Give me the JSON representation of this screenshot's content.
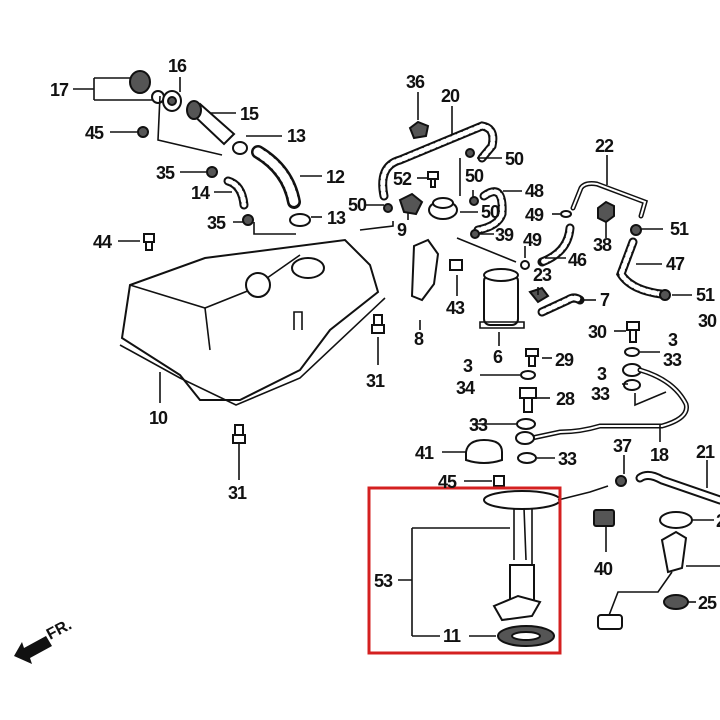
{
  "diagram": {
    "title": "Fuel tank assembly exploded parts diagram",
    "highlight_color": "#d42020",
    "highlighted_group": "53",
    "direction_marker": "FR.",
    "labels": [
      {
        "id": "l17",
        "text": "17"
      },
      {
        "id": "l16",
        "text": "16"
      },
      {
        "id": "l15",
        "text": "15"
      },
      {
        "id": "l45a",
        "text": "45"
      },
      {
        "id": "l13a",
        "text": "13"
      },
      {
        "id": "l35a",
        "text": "35"
      },
      {
        "id": "l12",
        "text": "12"
      },
      {
        "id": "l14",
        "text": "14"
      },
      {
        "id": "l35b",
        "text": "35"
      },
      {
        "id": "l13b",
        "text": "13"
      },
      {
        "id": "l44",
        "text": "44"
      },
      {
        "id": "l10",
        "text": "10"
      },
      {
        "id": "l31a",
        "text": "31"
      },
      {
        "id": "l31b",
        "text": "31"
      },
      {
        "id": "l36",
        "text": "36"
      },
      {
        "id": "l20",
        "text": "20"
      },
      {
        "id": "l50a",
        "text": "50"
      },
      {
        "id": "l52",
        "text": "52"
      },
      {
        "id": "l50b",
        "text": "50"
      },
      {
        "id": "l48",
        "text": "48"
      },
      {
        "id": "l50c",
        "text": "50"
      },
      {
        "id": "l9",
        "text": "9"
      },
      {
        "id": "l39",
        "text": "39"
      },
      {
        "id": "l50d",
        "text": "50"
      },
      {
        "id": "l22",
        "text": "22"
      },
      {
        "id": "l49a",
        "text": "49"
      },
      {
        "id": "l38",
        "text": "38"
      },
      {
        "id": "l51a",
        "text": "51"
      },
      {
        "id": "l49b",
        "text": "49"
      },
      {
        "id": "l46",
        "text": "46"
      },
      {
        "id": "l47",
        "text": "47"
      },
      {
        "id": "l23",
        "text": "23"
      },
      {
        "id": "l7",
        "text": "7"
      },
      {
        "id": "l51b",
        "text": "51"
      },
      {
        "id": "l8",
        "text": "8"
      },
      {
        "id": "l43",
        "text": "43"
      },
      {
        "id": "l6",
        "text": "6"
      },
      {
        "id": "l30a",
        "text": "30"
      },
      {
        "id": "l30b",
        "text": "30"
      },
      {
        "id": "l3a",
        "text": "3"
      },
      {
        "id": "l33a",
        "text": "33"
      },
      {
        "id": "l29",
        "text": "29"
      },
      {
        "id": "l3b",
        "text": "3"
      },
      {
        "id": "l34",
        "text": "34"
      },
      {
        "id": "l3c",
        "text": "3"
      },
      {
        "id": "l33b",
        "text": "33"
      },
      {
        "id": "l28",
        "text": "28"
      },
      {
        "id": "l33c",
        "text": "33"
      },
      {
        "id": "l41",
        "text": "41"
      },
      {
        "id": "l33d",
        "text": "33"
      },
      {
        "id": "l37",
        "text": "37"
      },
      {
        "id": "l18",
        "text": "18"
      },
      {
        "id": "l21",
        "text": "21"
      },
      {
        "id": "l45b",
        "text": "45"
      },
      {
        "id": "l40",
        "text": "40"
      },
      {
        "id": "l2",
        "text": "2"
      },
      {
        "id": "l25",
        "text": "25"
      },
      {
        "id": "l53",
        "text": "53"
      },
      {
        "id": "l11",
        "text": "11"
      }
    ]
  }
}
